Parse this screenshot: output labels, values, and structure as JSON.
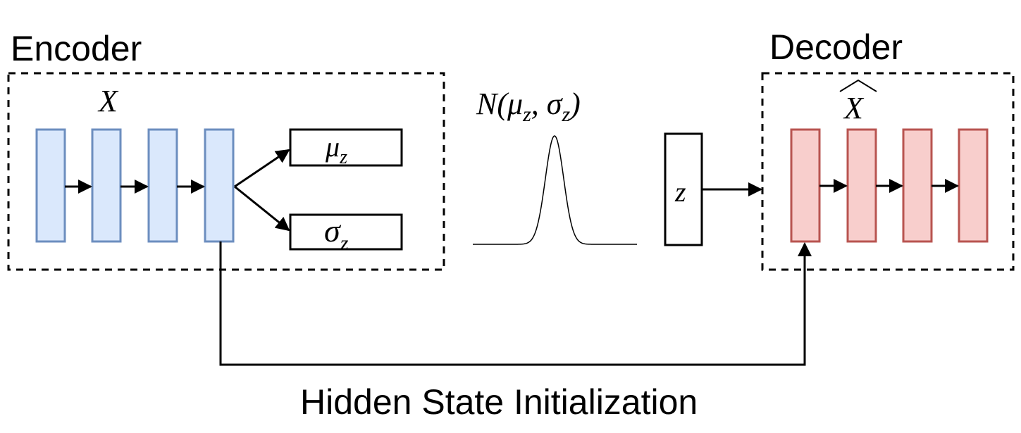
{
  "encoder": {
    "title": "Encoder",
    "input_symbol": "X",
    "cells": [
      "",
      "",
      "",
      ""
    ],
    "mu_label": "μ",
    "mu_sub": "z",
    "sigma_label": "σ",
    "sigma_sub": "z"
  },
  "distribution": {
    "label_prefix": "N(",
    "mu": "μ",
    "mu_sub": "z",
    "sep": ", ",
    "sigma": "σ",
    "sigma_sub": "z",
    "label_suffix": ")"
  },
  "latent": {
    "label": "z"
  },
  "decoder": {
    "title": "Decoder",
    "output_symbol": "X",
    "output_accent": "^",
    "cells": [
      "",
      "",
      "",
      ""
    ]
  },
  "skip_connection": {
    "label": "Hidden State Initialization"
  },
  "colors": {
    "encoder_fill": "#dae8fc",
    "encoder_stroke": "#6c8ebf",
    "decoder_fill": "#f8cecc",
    "decoder_stroke": "#b85450"
  }
}
